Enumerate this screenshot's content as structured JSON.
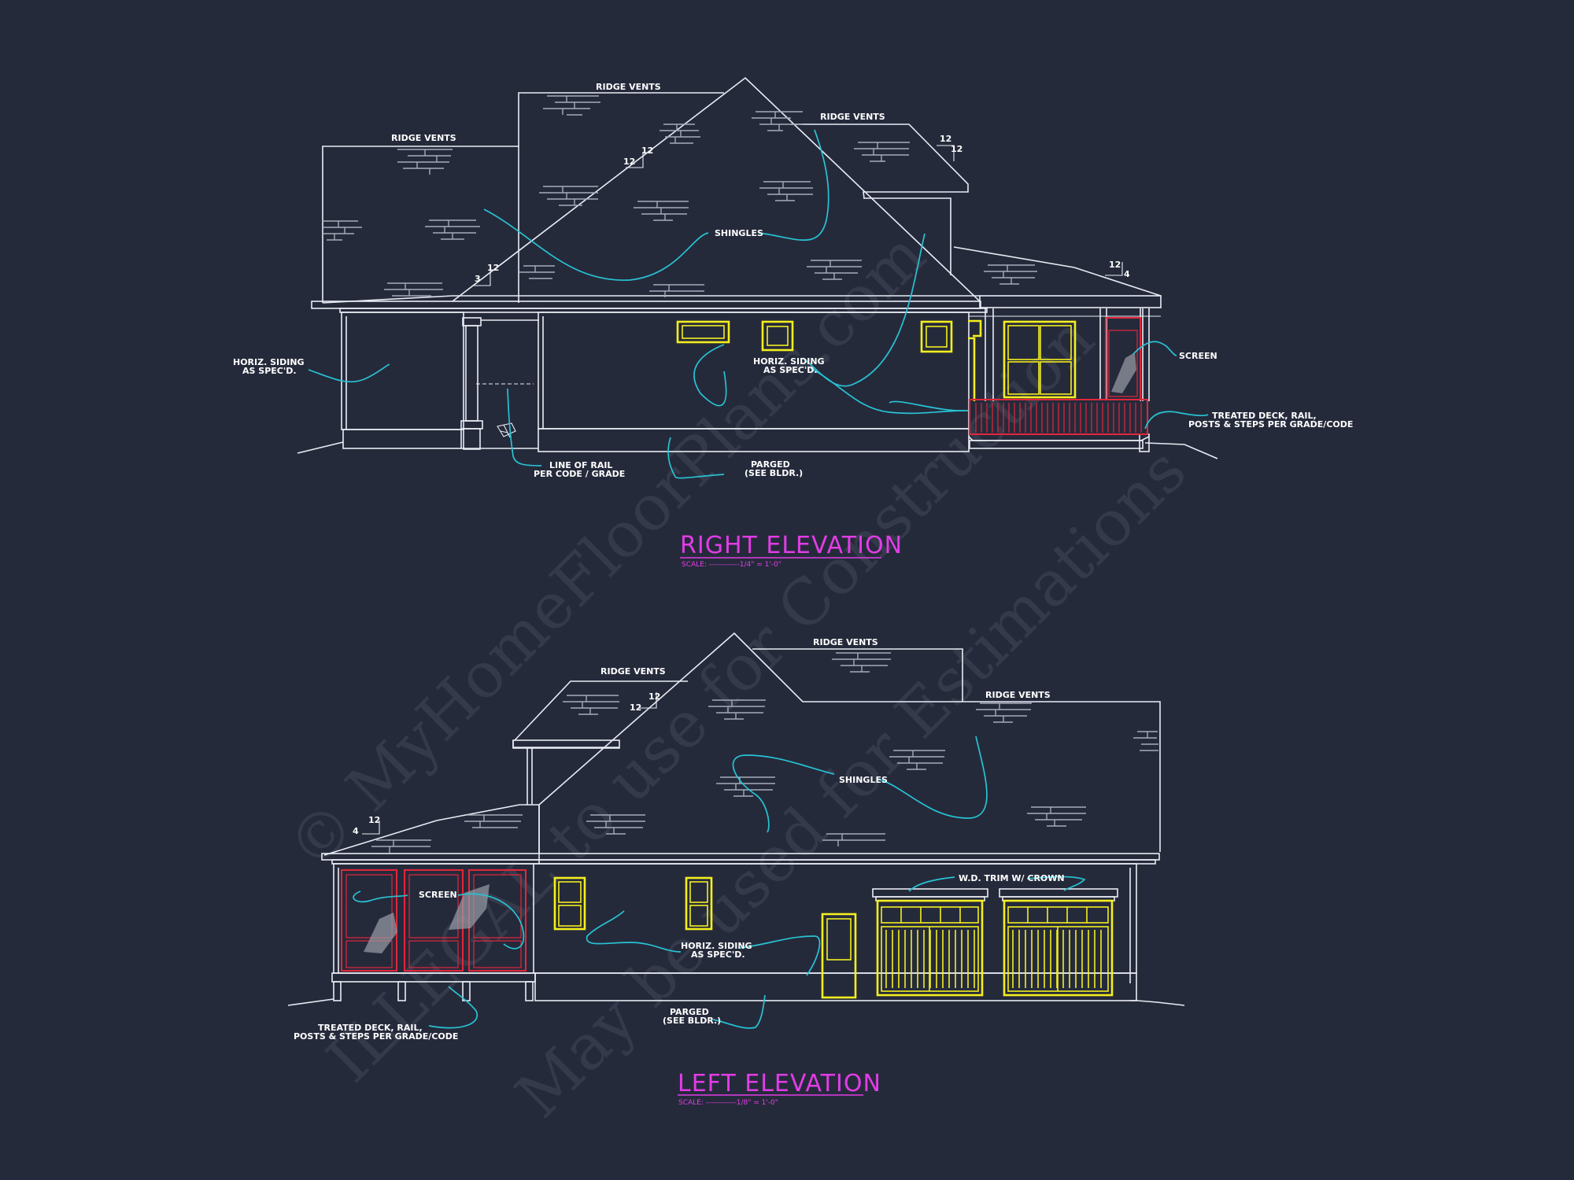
{
  "watermark": {
    "line1": "© MyHomeFloorPlans.com",
    "line2": "ILLEGAL to use for Construction",
    "line3": "May be used for Estimations"
  },
  "right_elevation": {
    "title": "RIGHT ELEVATION",
    "scale": "SCALE: ------------1/4\" = 1'-0\"",
    "labels": {
      "ridge_vents_1": "RIDGE VENTS",
      "ridge_vents_2": "RIDGE VENTS",
      "ridge_vents_3": "RIDGE VENTS",
      "shingles": "SHINGLES",
      "siding_left_1": "HORIZ. SIDING",
      "siding_left_2": "AS SPEC'D.",
      "siding_mid_1": "HORIZ. SIDING",
      "siding_mid_2": "AS SPEC'D.",
      "screen": "SCREEN",
      "deck_1": "TREATED DECK, RAIL,",
      "deck_2": "POSTS & STEPS PER GRADE/CODE",
      "rail_1": "LINE OF RAIL",
      "rail_2": "PER CODE / GRADE",
      "parged_1": "PARGED",
      "parged_2": "(SEE BLDR.)"
    },
    "pitches": {
      "p1_rise": "12",
      "p1_run": "12",
      "p2_rise": "12",
      "p2_run": "12",
      "p3_rise": "12",
      "p3_run": "3",
      "p4_rise": "12",
      "p4_run": "4"
    }
  },
  "left_elevation": {
    "title": "LEFT ELEVATION",
    "scale": "SCALE: ------------1/8\" = 1'-0\"",
    "labels": {
      "ridge_vents_1": "RIDGE VENTS",
      "ridge_vents_2": "RIDGE VENTS",
      "ridge_vents_3": "RIDGE VENTS",
      "shingles": "SHINGLES",
      "screen": "SCREEN",
      "siding_1": "HORIZ. SIDING",
      "siding_2": "AS SPEC'D.",
      "trim": "W.D. TRIM W/ CROWN",
      "deck_1": "TREATED DECK, RAIL,",
      "deck_2": "POSTS & STEPS PER GRADE/CODE",
      "parged_1": "PARGED",
      "parged_2": "(SEE BLDR.)"
    },
    "pitches": {
      "p1_rise": "12",
      "p1_run": "12",
      "p2_rise": "12",
      "p2_run": "4"
    }
  },
  "colors": {
    "background": "#252a3b",
    "linework": "#e9ecf4",
    "leader": "#27c3d3",
    "window": "#f4ef1e",
    "deck": "#e3263b",
    "title": "#e23ce6"
  }
}
